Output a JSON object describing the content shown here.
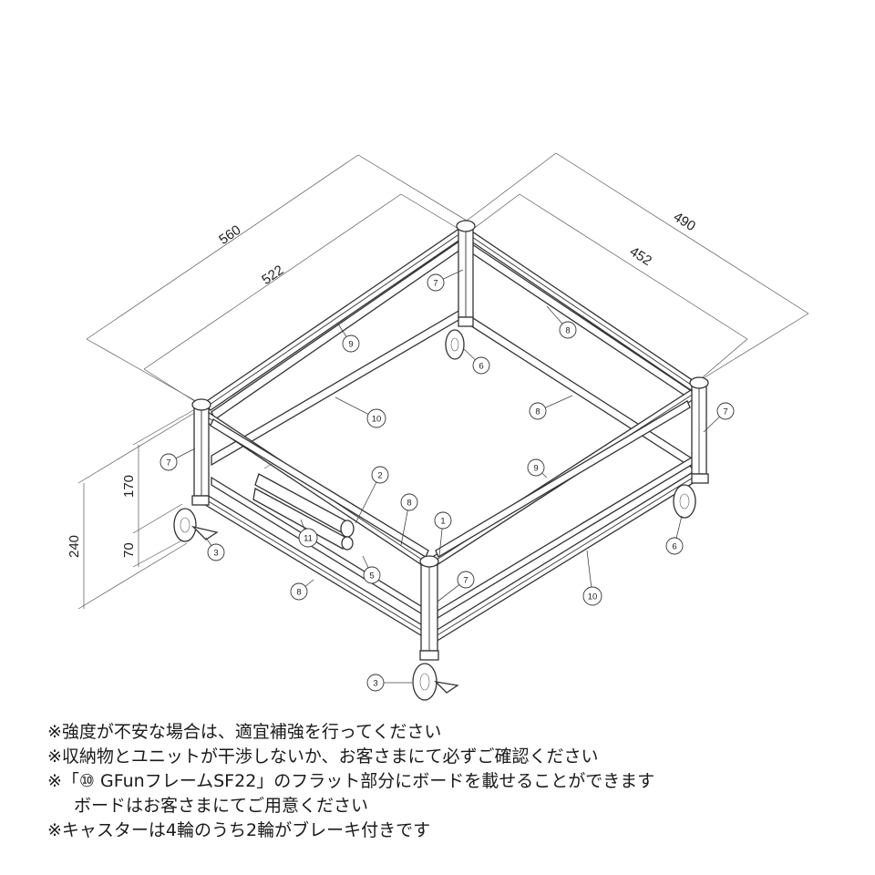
{
  "dimensions": {
    "overall_width": "560",
    "inner_width": "522",
    "overall_depth": "490",
    "inner_depth": "452",
    "total_height": "240",
    "frame_height": "170",
    "caster_height": "70"
  },
  "balloons": [
    "1",
    "2",
    "3",
    "3",
    "5",
    "6",
    "6",
    "7",
    "7",
    "7",
    "7",
    "8",
    "8",
    "8",
    "8",
    "9",
    "9",
    "10",
    "10",
    "11"
  ],
  "notes": [
    "※強度が不安な場合は、適宜補強を行ってください",
    "※収納物とユニットが干渉しないか、お客さまにて必ずご確認ください",
    "※「⑩ GFunフレームSF22」のフラット部分にボードを載せることができます",
    "ボードはお客さまにてご用意ください",
    "※キャスターは4輪のうち2輪がブレーキ付きです"
  ]
}
